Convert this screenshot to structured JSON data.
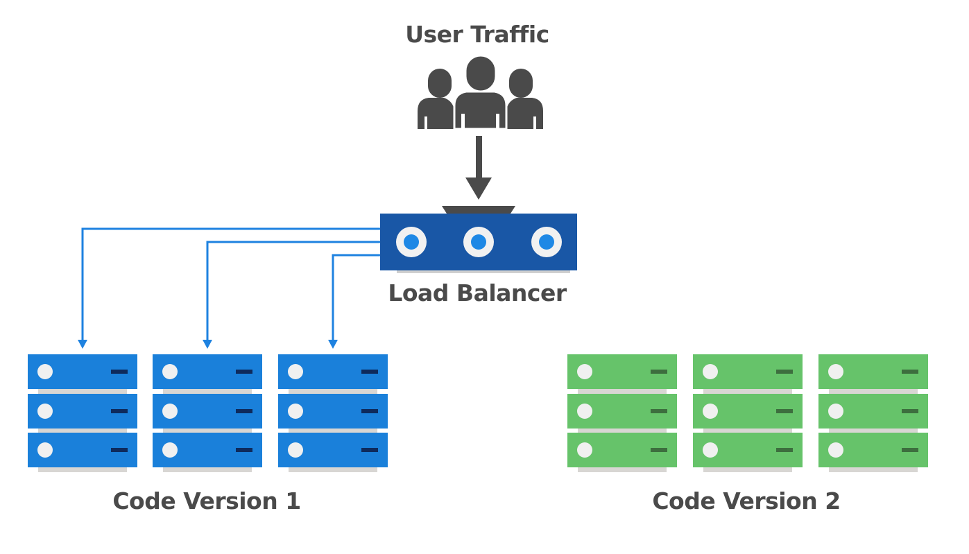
{
  "diagram": {
    "user_label": "User Traffic",
    "load_balancer_label": "Load Balancer",
    "groups": [
      {
        "label": "Code Version 1",
        "color": "#1a80da",
        "indicator_color": "#0e2a5c",
        "servers": 3,
        "units_per_server": 3,
        "receives_traffic": true
      },
      {
        "label": "Code Version 2",
        "color": "#66c36a",
        "indicator_color": "#3d6e3e",
        "servers": 3,
        "units_per_server": 3,
        "receives_traffic": false
      }
    ],
    "colors": {
      "user_icon": "#4a4a4a",
      "load_balancer": "#1957a6",
      "load_balancer_port_ring": "#f1f1f1",
      "load_balancer_port_center": "#1e88e5",
      "connector": "#1e82e0",
      "shelf": "#d8d6d3",
      "led": "#f0f0f0"
    }
  }
}
